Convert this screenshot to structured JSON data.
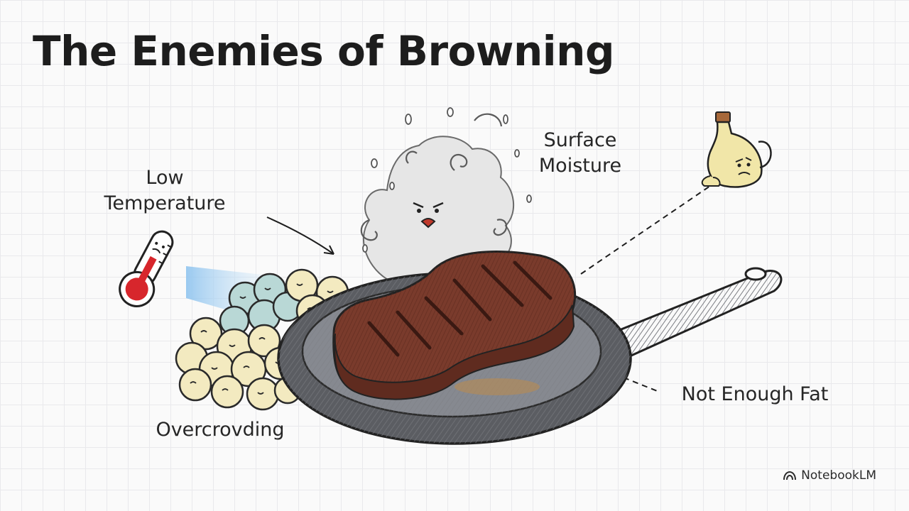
{
  "slide": {
    "title": "The Enemies of Browning",
    "labels": {
      "low_temperature": [
        "Low",
        "Temperature"
      ],
      "surface_moisture": [
        "Surface",
        "Moisture"
      ],
      "overcrowding": "Overcrovding",
      "not_enough_fat": "Not Enough Fat"
    },
    "illustrations": [
      "steak-illustration",
      "cast-iron-pan-illustration",
      "steam-cloud-illustration",
      "thermometer-illustration",
      "oil-bottle-illustration",
      "crowded-food-illustration"
    ],
    "brand": "NotebookLM"
  },
  "colors": {
    "title": "#1d1d1d",
    "steak": "#7a3b2c",
    "pan": "#5b5d62",
    "thermometer_red": "#d7262c",
    "oil": "#f1e6a8",
    "food_yellow": "#f3eac0",
    "food_blue": "#b9d8d6"
  }
}
